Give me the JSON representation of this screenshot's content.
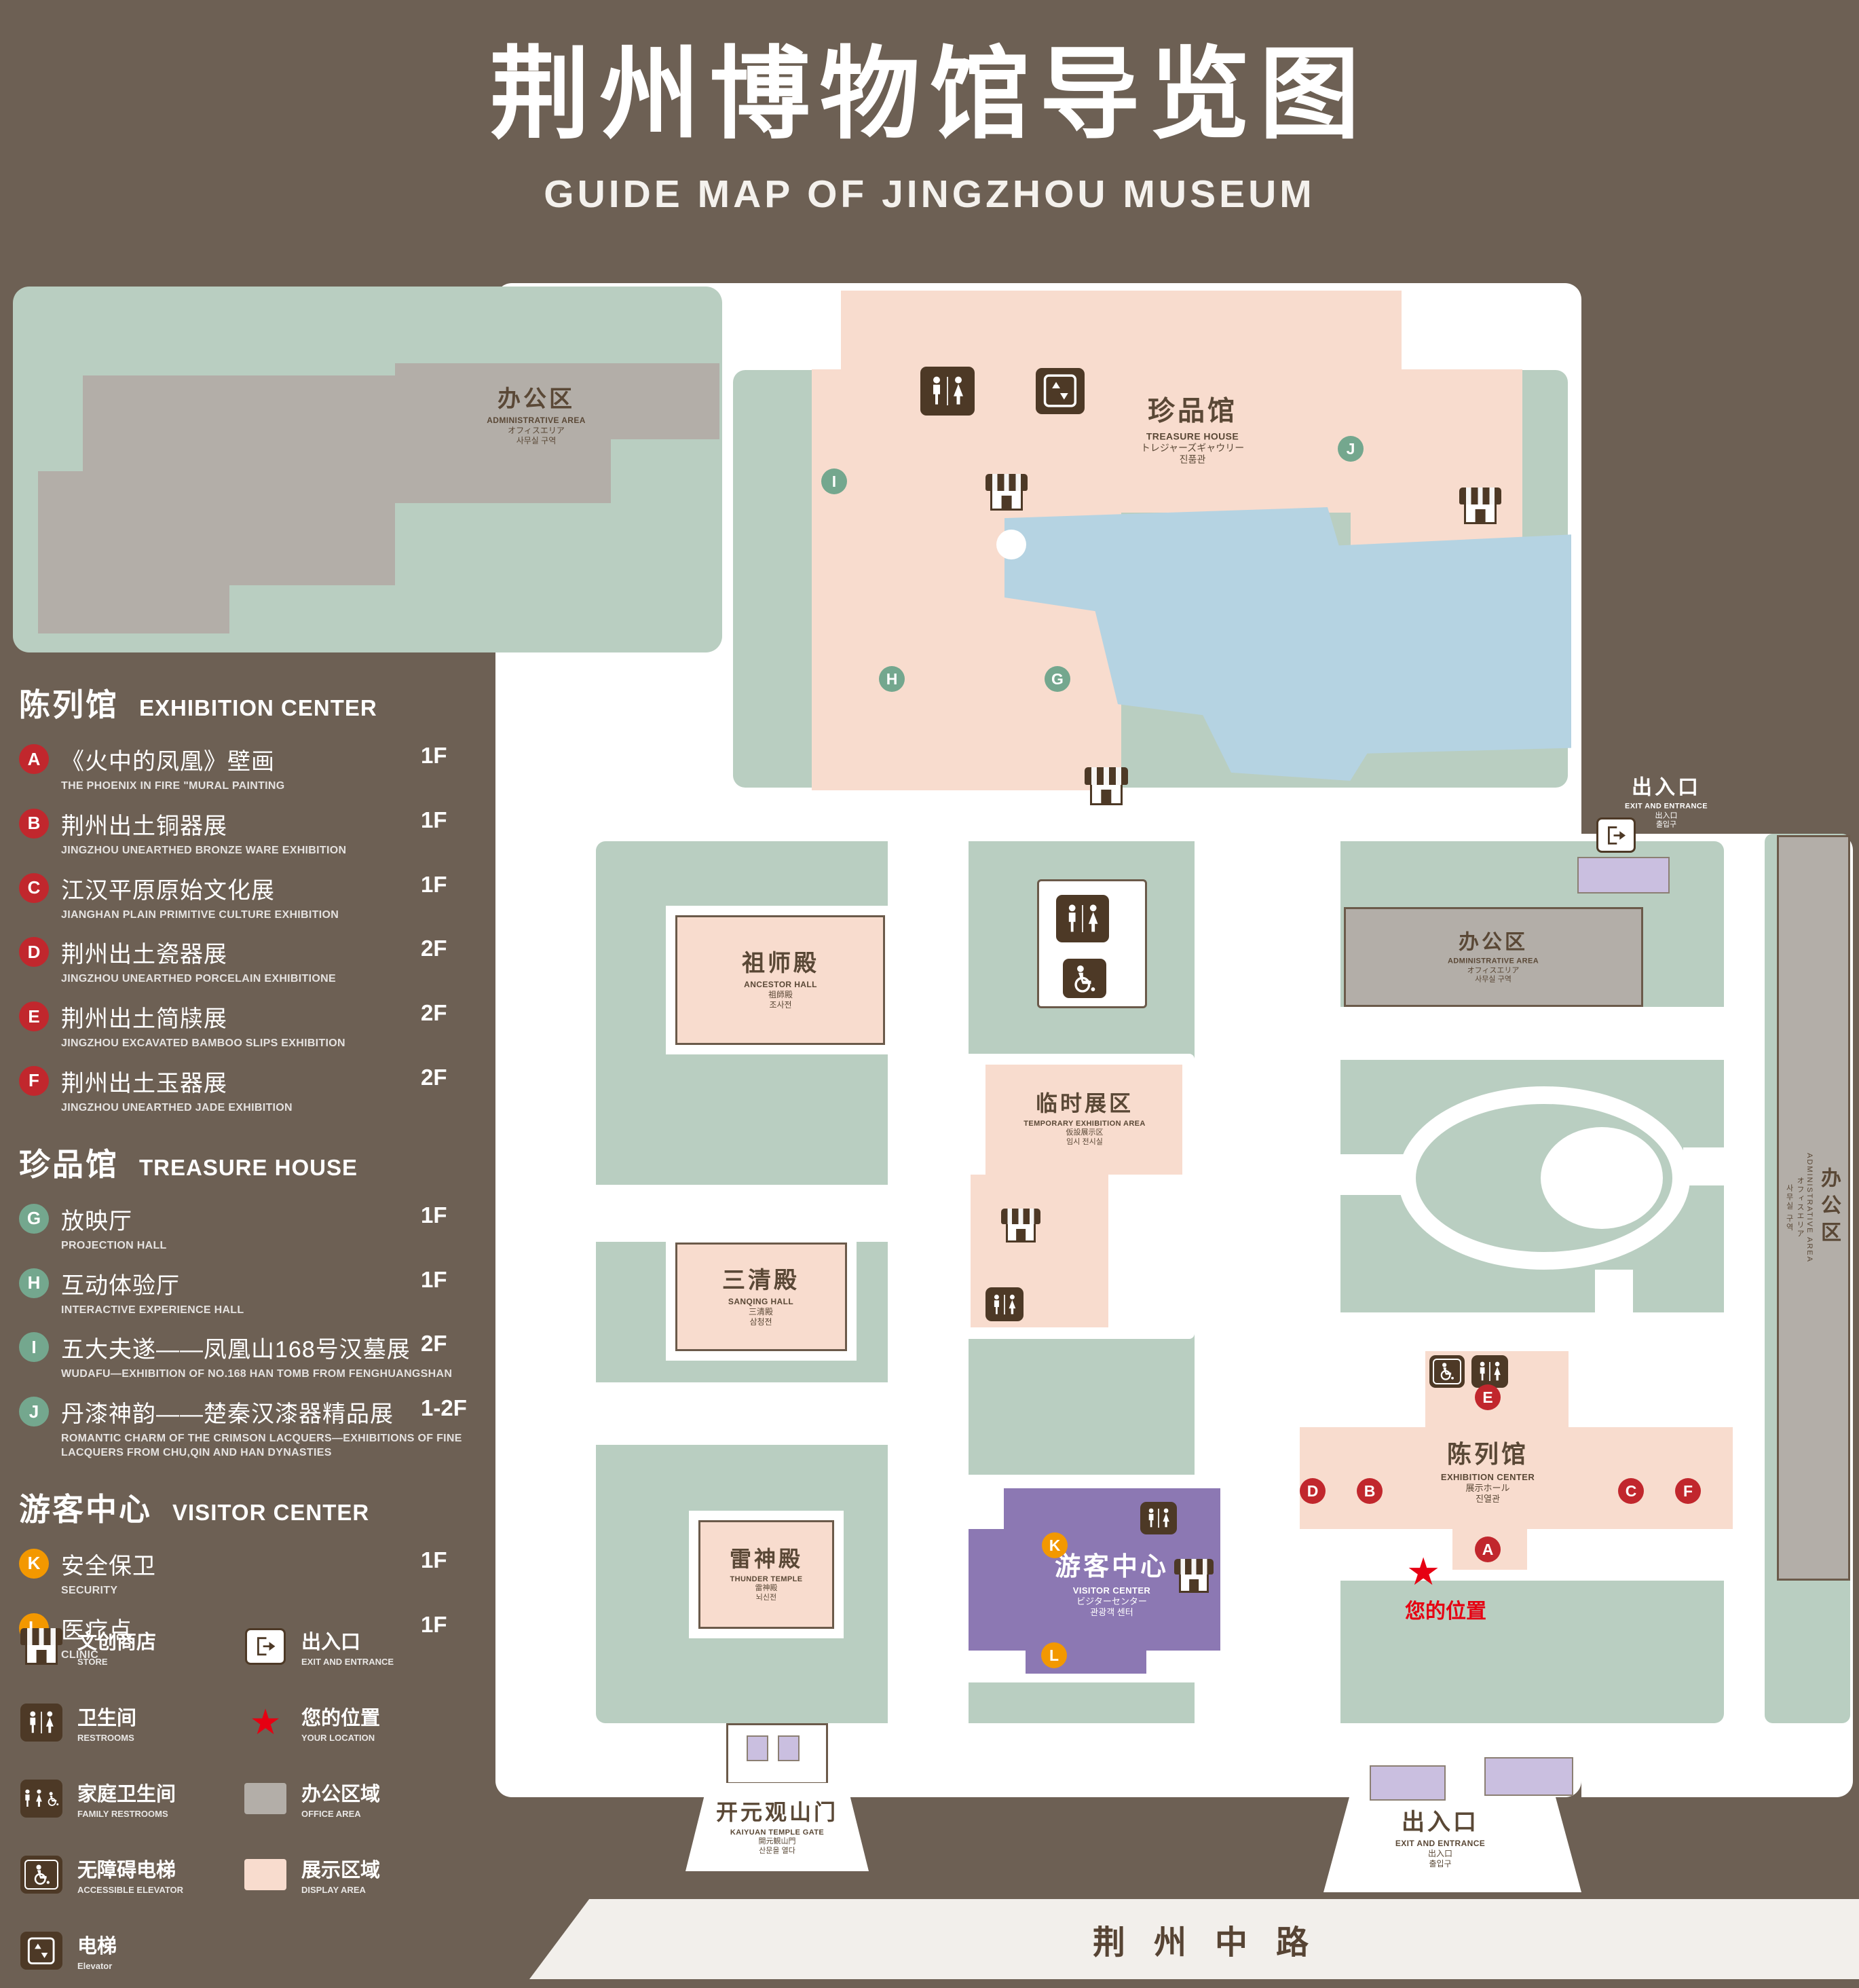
{
  "title": {
    "zh": "荆州博物馆导览图",
    "en": "GUIDE MAP OF JINGZHOU MUSEUM"
  },
  "legend": {
    "sections": [
      {
        "zh": "陈列馆",
        "en": "EXHIBITION CENTER",
        "items": [
          {
            "letter": "A",
            "zh": "《火中的凤凰》壁画",
            "en": "THE PHOENIX IN FIRE \"MURAL PAINTING",
            "floor": "1F"
          },
          {
            "letter": "B",
            "zh": "荆州出土铜器展",
            "en": "JINGZHOU UNEARTHED BRONZE WARE EXHIBITION",
            "floor": "1F"
          },
          {
            "letter": "C",
            "zh": "江汉平原原始文化展",
            "en": "JIANGHAN PLAIN PRIMITIVE CULTURE EXHIBITION",
            "floor": "1F"
          },
          {
            "letter": "D",
            "zh": "荆州出土瓷器展",
            "en": "JINGZHOU UNEARTHED PORCELAIN EXHIBITIONE",
            "floor": "2F"
          },
          {
            "letter": "E",
            "zh": "荆州出土简牍展",
            "en": "JINGZHOU EXCAVATED BAMBOO SLIPS EXHIBITION",
            "floor": "2F"
          },
          {
            "letter": "F",
            "zh": "荆州出土玉器展",
            "en": "JINGZHOU UNEARTHED JADE EXHIBITION",
            "floor": "2F"
          }
        ]
      },
      {
        "zh": "珍品馆",
        "en": "TREASURE HOUSE",
        "items": [
          {
            "letter": "G",
            "zh": "放映厅",
            "en": "PROJECTION HALL",
            "floor": "1F"
          },
          {
            "letter": "H",
            "zh": "互动体验厅",
            "en": "INTERACTIVE EXPERIENCE HALL",
            "floor": "1F"
          },
          {
            "letter": "I",
            "zh": "五大夫遂——凤凰山168号汉墓展",
            "en": "WUDAFU—EXHIBITION OF NO.168 HAN TOMB FROM FENGHUANGSHAN",
            "floor": "2F"
          },
          {
            "letter": "J",
            "zh": "丹漆神韵——楚秦汉漆器精品展",
            "en": "ROMANTIC CHARM OF THE CRIMSON LACQUERS—EXHIBITIONS OF FINE LACQUERS FROM CHU,QIN AND HAN DYNASTIES",
            "floor": "1-2F"
          }
        ]
      },
      {
        "zh": "游客中心",
        "en": "VISITOR CENTER",
        "items": [
          {
            "letter": "K",
            "zh": "安全保卫",
            "en": "SECURITY",
            "floor": "1F"
          },
          {
            "letter": "L",
            "zh": "医疗点",
            "en": "CLINIC",
            "floor": "1F"
          }
        ]
      }
    ],
    "symbols": {
      "store": {
        "zh": "文创商店",
        "en": "STORE"
      },
      "exit": {
        "zh": "出入口",
        "en": "EXIT AND ENTRANCE"
      },
      "restroom": {
        "zh": "卫生间",
        "en": "RESTROOMS"
      },
      "location": {
        "zh": "您的位置",
        "en": "YOUR LOCATION"
      },
      "family": {
        "zh": "家庭卫生间",
        "en": "FAMILY RESTROOMS"
      },
      "office": {
        "zh": "办公区域",
        "en": "OFFICE AREA"
      },
      "accessible": {
        "zh": "无障碍电梯",
        "en": "ACCESSIBLE ELEVATOR"
      },
      "display": {
        "zh": "展示区域",
        "en": "DISPLAY AREA"
      },
      "elevator": {
        "zh": "电梯",
        "en": "Elevator"
      }
    }
  },
  "map": {
    "admin_nw": {
      "zh": "办公区",
      "en": "ADMINISTRATIVE AREA",
      "jp": "オフィスエリア",
      "kr": "사무실 구역"
    },
    "treasure": {
      "zh": "珍品馆",
      "en": "TREASURE HOUSE",
      "jp": "トレジャーズギャウリー",
      "kr": "진품관"
    },
    "ancestor": {
      "zh": "祖师殿",
      "en": "ANCESTOR HALL",
      "jp": "祖師殿",
      "kr": "조사전"
    },
    "admin_mid": {
      "zh": "办公区",
      "en": "ADMINISTRATIVE AREA",
      "jp": "オフィスエリア",
      "kr": "사무실 구역"
    },
    "temp": {
      "zh": "临时展区",
      "en": "TEMPORARY EXHIBITION AREA",
      "jp": "仮設展示区",
      "kr": "임시 전시실"
    },
    "sanqing": {
      "zh": "三清殿",
      "en": "SANQING HALL",
      "jp": "三清殿",
      "kr": "삼청전"
    },
    "thunder": {
      "zh": "雷神殿",
      "en": "THUNDER TEMPLE",
      "jp": "雷神殿",
      "kr": "뇌신전"
    },
    "visitor": {
      "zh": "游客中心",
      "en": "VISITOR CENTER",
      "jp": "ビジターセンター",
      "kr": "관광객 센터"
    },
    "exhibition": {
      "zh": "陈列馆",
      "en": "EXHIBITION CENTER",
      "jp": "展示ホール",
      "kr": "진열관"
    },
    "admin_right": {
      "zh": "办公区",
      "en": "ADMINISTRATIVE AREA",
      "jp": "オフィスエリア",
      "kr": "사무실 구역"
    },
    "gate": {
      "zh": "开元观山门",
      "en": "KAIYUAN TEMPLE GATE",
      "jp": "開元観山門",
      "kr": "산문을 열다"
    },
    "exit_right": {
      "zh": "出入口",
      "en": "EXIT AND ENTRANCE",
      "jp": "出入口",
      "kr": "출입구"
    },
    "exit_bottom": {
      "zh": "出入口",
      "en": "EXIT AND ENTRANCE",
      "jp": "出入口",
      "kr": "출입구"
    },
    "your_location": "您的位置",
    "road": "荆州中路",
    "markers": {
      "a": "A",
      "b": "B",
      "c": "C",
      "d": "D",
      "e": "E",
      "f": "F",
      "g": "G",
      "h": "H",
      "i": "I",
      "j": "J",
      "k": "K",
      "l": "L"
    }
  },
  "colors": {
    "background": "#6d6054",
    "lawn": "#b9cec1",
    "display_area": "#f8dcce",
    "office_area": "#b3aea8",
    "water": "#b5d3e2",
    "visitor_purple": "#8c78b3",
    "marker_red": "#c1272d",
    "marker_green": "#74a78e",
    "marker_orange": "#f39800",
    "star_red": "#e60012"
  }
}
